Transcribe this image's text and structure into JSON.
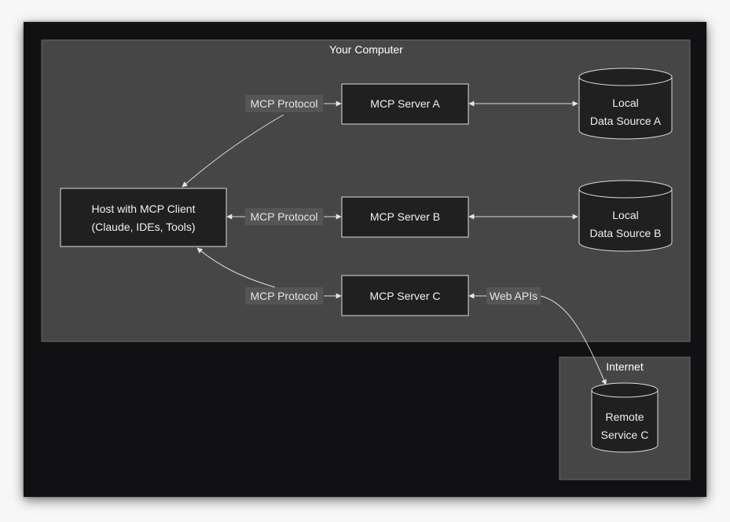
{
  "clusters": {
    "computer": {
      "title": "Your Computer"
    },
    "internet": {
      "title": "Internet"
    }
  },
  "nodes": {
    "host": {
      "line1": "Host with MCP Client",
      "line2": "(Claude, IDEs, Tools)"
    },
    "server_a": {
      "label": "MCP Server A"
    },
    "server_b": {
      "label": "MCP Server B"
    },
    "server_c": {
      "label": "MCP Server C"
    },
    "data_a": {
      "line1": "Local",
      "line2": "Data Source A"
    },
    "data_b": {
      "line1": "Local",
      "line2": "Data Source B"
    },
    "remote_c": {
      "line1": "Remote",
      "line2": "Service C"
    }
  },
  "edges": {
    "host_a": {
      "label": "MCP Protocol"
    },
    "host_b": {
      "label": "MCP Protocol"
    },
    "host_c": {
      "label": "MCP Protocol"
    },
    "c_remote": {
      "label": "Web APIs"
    }
  },
  "colors": {
    "background": "#111113",
    "cluster_fill": "#464646",
    "node_fill": "#202020",
    "stroke": "#dcdcdc",
    "edge_label_bg": "#555555"
  }
}
